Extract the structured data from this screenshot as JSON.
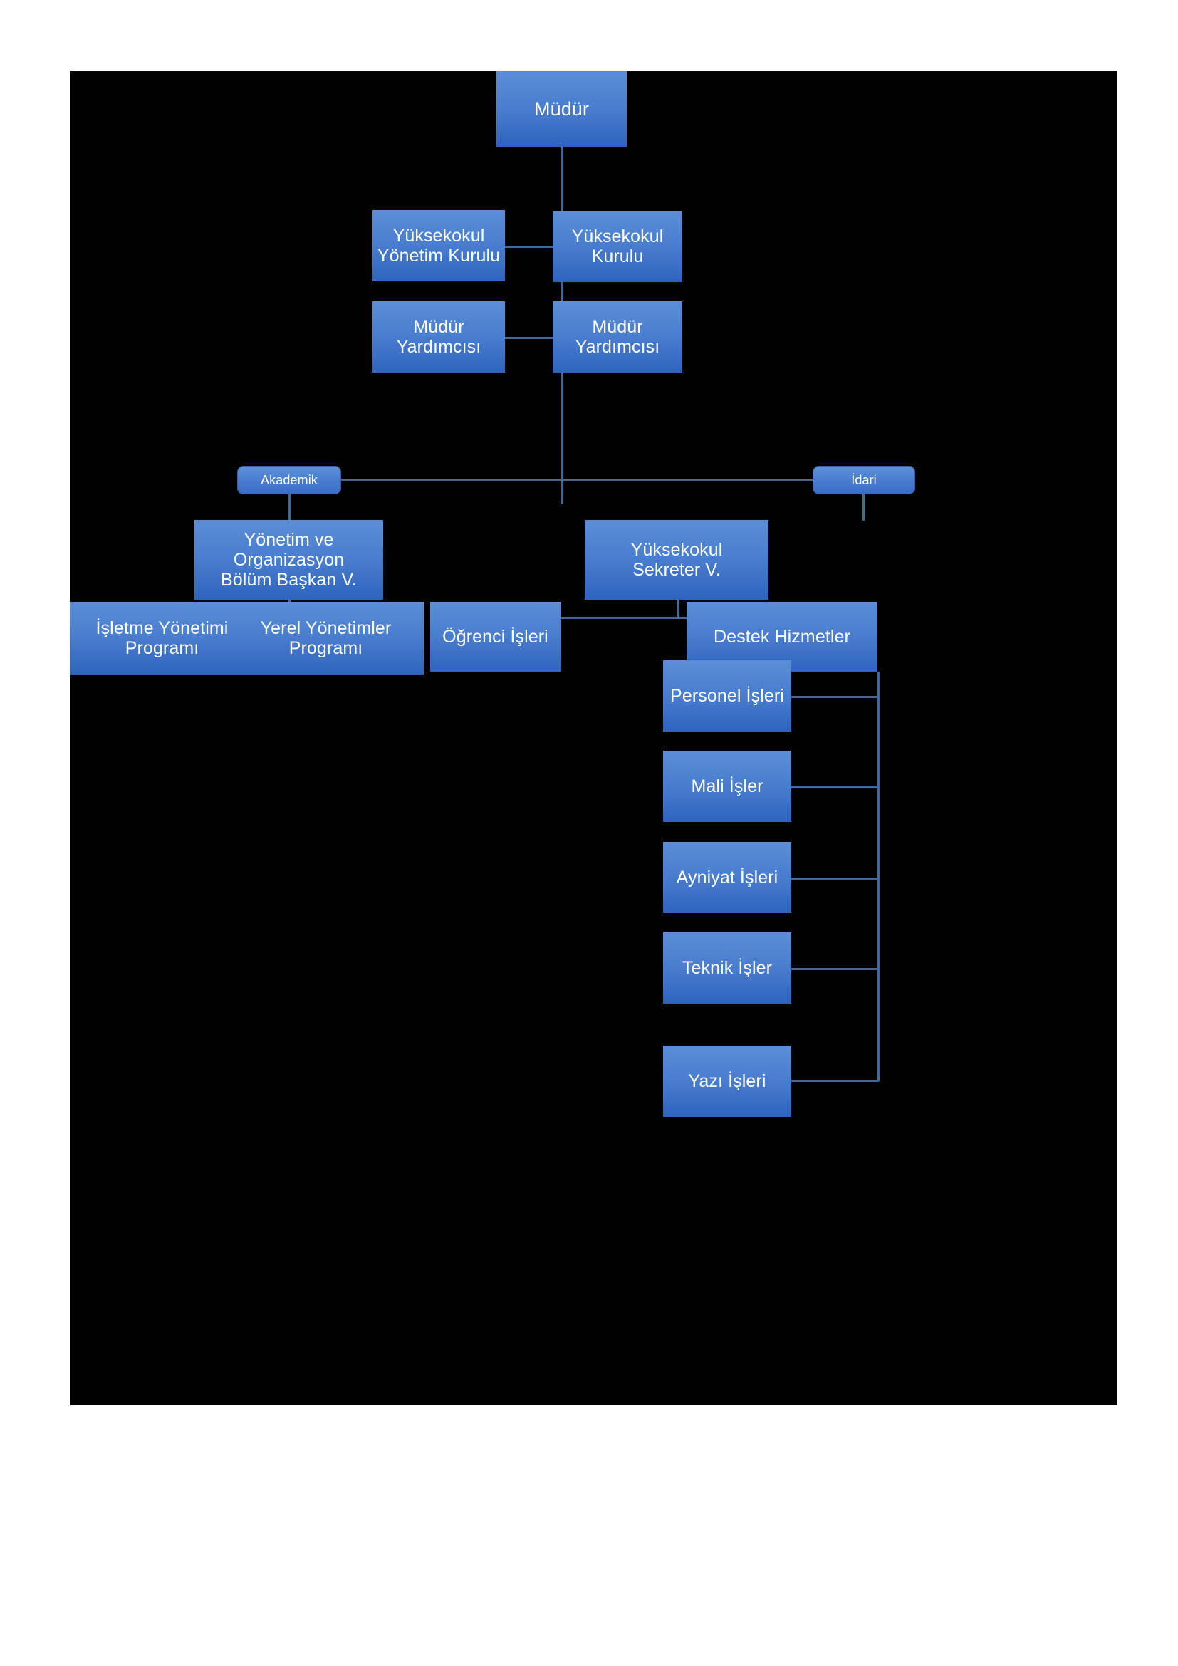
{
  "diagram": {
    "title": "Yuksekokul Organizasyon Semasi",
    "type": "organizational-chart",
    "canvas_color": "#000000",
    "page_background": "#ffffff",
    "node_fill_top": "#5b8ed6",
    "node_fill_bottom": "#2f64be",
    "connector_color": "#41699e",
    "node_text_color": "#ffffff"
  },
  "nodes": {
    "director": {
      "label": "Müdür"
    },
    "school_executive_board": {
      "label": "Yüksekokul\nYönetim Kurulu"
    },
    "school_board": {
      "label": "Yüksekokul Kurulu"
    },
    "vice_director_left": {
      "label": "Müdür Yardımcısı"
    },
    "vice_director_right": {
      "label": "Müdür Yardımcısı"
    },
    "academic_tag": {
      "label": "Akademik"
    },
    "administrative_tag": {
      "label": "İdari"
    },
    "department_head": {
      "label": "Yönetim ve\nOrganizasyon\nBölüm Başkan V."
    },
    "school_secretary": {
      "label": "Yüksekokul\nSekreter V."
    },
    "business_management_program": {
      "label": "İşletme Yönetimi\nProgramı"
    },
    "local_governments_program": {
      "label": "Yerel Yönetimler\nProgramı"
    },
    "student_affairs": {
      "label": "Öğrenci İşleri"
    },
    "support_services": {
      "label": "Destek Hizmetler"
    },
    "personnel_affairs": {
      "label": "Personel İşleri"
    },
    "financial_affairs": {
      "label": "Mali İşler"
    },
    "inventory_affairs": {
      "label": "Ayniyat İşleri"
    },
    "technical_affairs": {
      "label": "Teknik İşler"
    },
    "correspondence_affairs": {
      "label": "Yazı İşleri"
    }
  },
  "chart_data": {
    "type": "tree",
    "root": "Müdür",
    "levels": [
      {
        "level": 0,
        "nodes": [
          "Müdür"
        ]
      },
      {
        "level": 1,
        "nodes": [
          "Yüksekokul Yönetim Kurulu",
          "Yüksekokul Kurulu"
        ]
      },
      {
        "level": 2,
        "nodes": [
          "Müdür Yardımcısı",
          "Müdür Yardımcısı"
        ]
      },
      {
        "level": 3,
        "nodes": [
          "Akademik",
          "İdari"
        ]
      },
      {
        "level": 4,
        "nodes": [
          "Yönetim ve Organizasyon Bölüm Başkan V.",
          "Yüksekokul Sekreter V."
        ]
      },
      {
        "level": 5,
        "nodes": [
          "İşletme Yönetimi Programı",
          "Yerel Yönetimler Programı",
          "Öğrenci İşleri",
          "Destek Hizmetler"
        ]
      },
      {
        "level": 6,
        "nodes": [
          "Personel İşleri",
          "Mali İşler",
          "Ayniyat İşleri",
          "Teknik İşler",
          "Yazı İşleri"
        ]
      }
    ],
    "edges": [
      {
        "from": "Müdür",
        "to": "Yüksekokul Yönetim Kurulu"
      },
      {
        "from": "Müdür",
        "to": "Yüksekokul Kurulu"
      },
      {
        "from": "Müdür",
        "to": "Müdür Yardımcısı"
      },
      {
        "from": "Müdür",
        "to": "Akademik"
      },
      {
        "from": "Müdür",
        "to": "İdari"
      },
      {
        "from": "Akademik",
        "to": "Yönetim ve Organizasyon Bölüm Başkan V."
      },
      {
        "from": "İdari",
        "to": "Yüksekokul Sekreter V."
      },
      {
        "from": "Yönetim ve Organizasyon Bölüm Başkan V.",
        "to": "İşletme Yönetimi Programı"
      },
      {
        "from": "Yönetim ve Organizasyon Bölüm Başkan V.",
        "to": "Yerel Yönetimler Programı"
      },
      {
        "from": "Yüksekokul Sekreter V.",
        "to": "Öğrenci İşleri"
      },
      {
        "from": "Yüksekokul Sekreter V.",
        "to": "Destek Hizmetler"
      },
      {
        "from": "Destek Hizmetler",
        "to": "Personel İşleri"
      },
      {
        "from": "Destek Hizmetler",
        "to": "Mali İşler"
      },
      {
        "from": "Destek Hizmetler",
        "to": "Ayniyat İşleri"
      },
      {
        "from": "Destek Hizmetler",
        "to": "Teknik İşler"
      },
      {
        "from": "Destek Hizmetler",
        "to": "Yazı İşleri"
      }
    ]
  }
}
